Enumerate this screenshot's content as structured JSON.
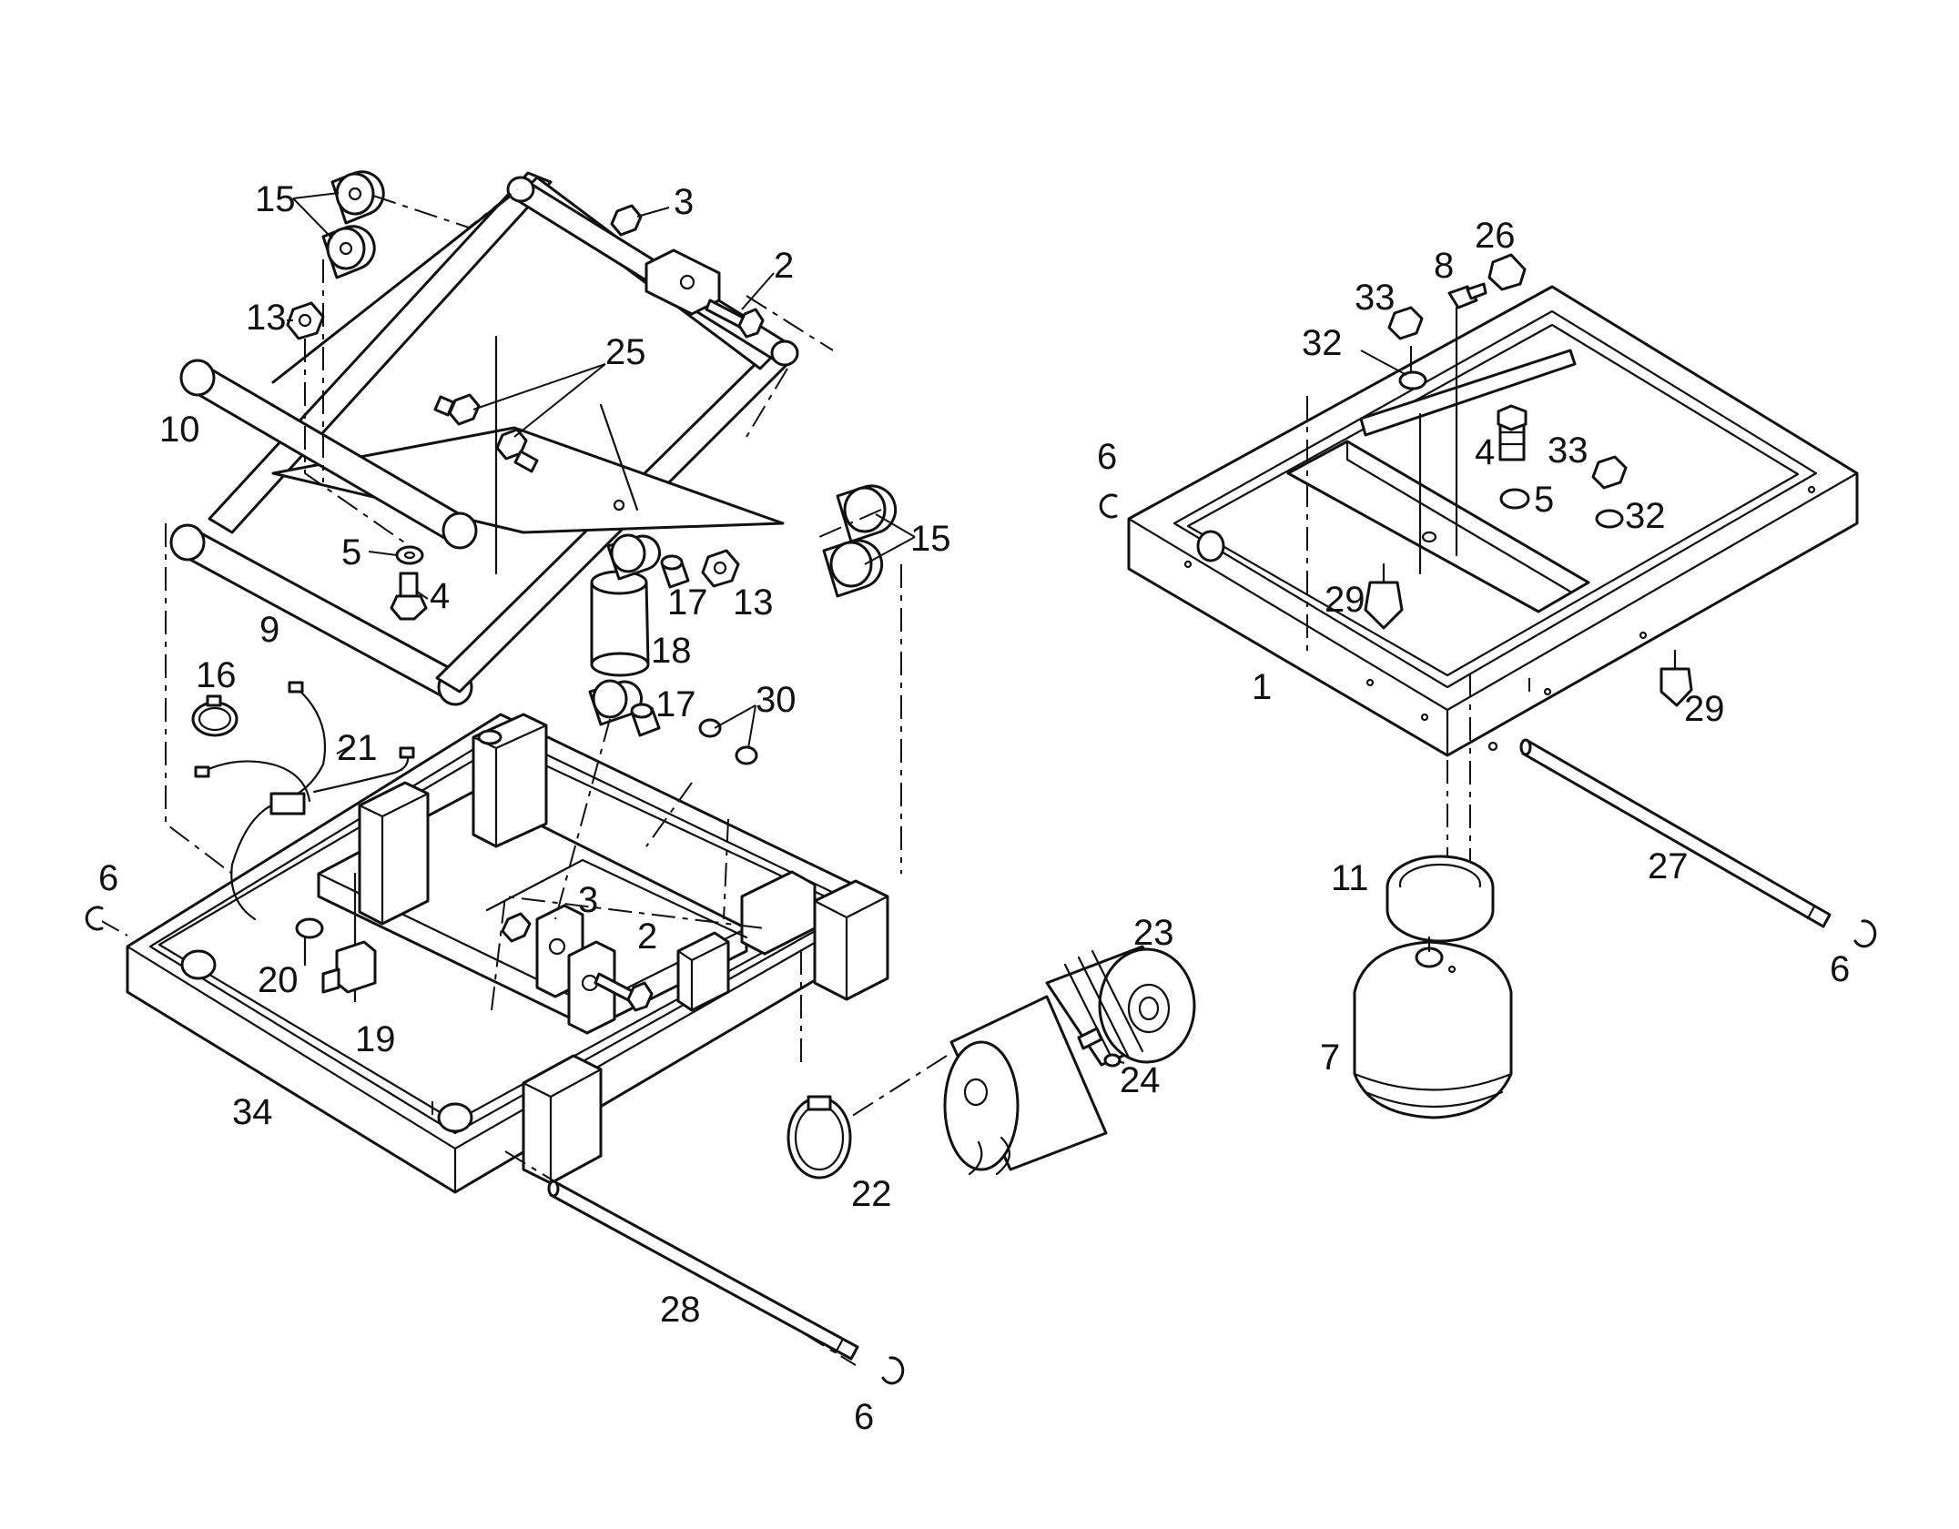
{
  "callouts": [
    {
      "id": "c15a",
      "text": "15"
    },
    {
      "id": "c3a",
      "text": "3"
    },
    {
      "id": "c2a",
      "text": "2"
    },
    {
      "id": "c13a",
      "text": "13"
    },
    {
      "id": "c25",
      "text": "25"
    },
    {
      "id": "c10",
      "text": "10"
    },
    {
      "id": "c15b",
      "text": "15"
    },
    {
      "id": "c5a",
      "text": "5"
    },
    {
      "id": "c4a",
      "text": "4"
    },
    {
      "id": "c17a",
      "text": "17"
    },
    {
      "id": "c13b",
      "text": "13"
    },
    {
      "id": "c9",
      "text": "9"
    },
    {
      "id": "c18",
      "text": "18"
    },
    {
      "id": "c16",
      "text": "16"
    },
    {
      "id": "c17b",
      "text": "17"
    },
    {
      "id": "c30",
      "text": "30"
    },
    {
      "id": "c21",
      "text": "21"
    },
    {
      "id": "c6a",
      "text": "6"
    },
    {
      "id": "c3b",
      "text": "3"
    },
    {
      "id": "c2b",
      "text": "2"
    },
    {
      "id": "c23",
      "text": "23"
    },
    {
      "id": "c20",
      "text": "20"
    },
    {
      "id": "c19",
      "text": "19"
    },
    {
      "id": "c24",
      "text": "24"
    },
    {
      "id": "c34",
      "text": "34"
    },
    {
      "id": "c22",
      "text": "22"
    },
    {
      "id": "c28",
      "text": "28"
    },
    {
      "id": "c6b",
      "text": "6"
    },
    {
      "id": "c26",
      "text": "26"
    },
    {
      "id": "c8",
      "text": "8"
    },
    {
      "id": "c33a",
      "text": "33"
    },
    {
      "id": "c32a",
      "text": "32"
    },
    {
      "id": "c4b",
      "text": "4"
    },
    {
      "id": "c33b",
      "text": "33"
    },
    {
      "id": "c6c",
      "text": "6"
    },
    {
      "id": "c5b",
      "text": "5"
    },
    {
      "id": "c32b",
      "text": "32"
    },
    {
      "id": "c29a",
      "text": "29"
    },
    {
      "id": "c1",
      "text": "1"
    },
    {
      "id": "c29b",
      "text": "29"
    },
    {
      "id": "c27",
      "text": "27"
    },
    {
      "id": "c11",
      "text": "11"
    },
    {
      "id": "c6d",
      "text": "6"
    },
    {
      "id": "c7",
      "text": "7"
    }
  ]
}
